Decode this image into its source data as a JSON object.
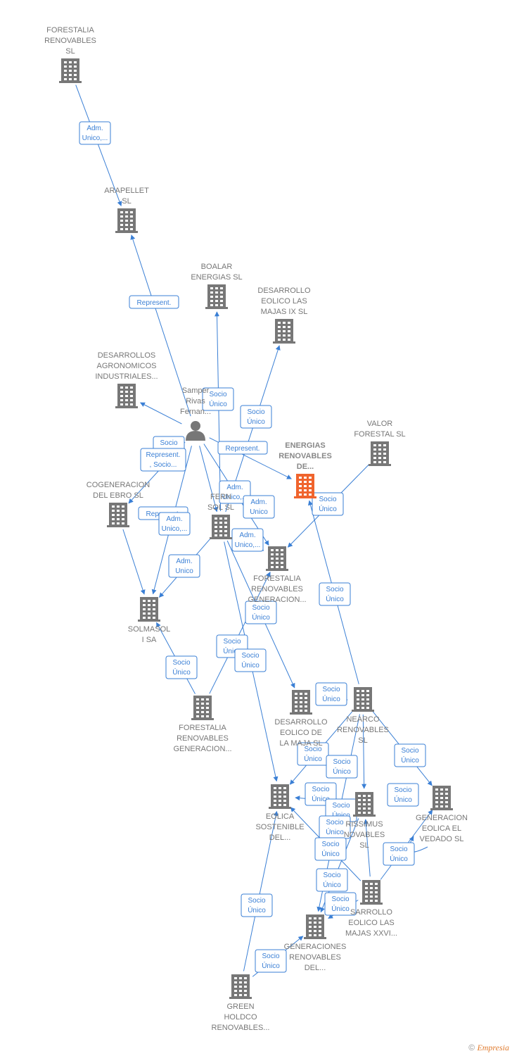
{
  "nodes": [
    {
      "id": "forestalia_renovables",
      "kind": "company",
      "label": [
        "FORESTALIA",
        "RENOVABLES",
        "SL"
      ]
    },
    {
      "id": "arapellet",
      "kind": "company",
      "label": [
        "ARAPELLET",
        "SL"
      ]
    },
    {
      "id": "boalar",
      "kind": "company",
      "label": [
        "BOALAR",
        "ENERGIAS  SL"
      ]
    },
    {
      "id": "majas_ix",
      "kind": "company",
      "label": [
        "DESARROLLO",
        "EOLICO LAS",
        "MAJAS IX  SL"
      ]
    },
    {
      "id": "agronomicos",
      "kind": "company",
      "label": [
        "DESARROLLOS",
        "AGRONOMICOS",
        "INDUSTRIALES..."
      ]
    },
    {
      "id": "samper",
      "kind": "person",
      "label": [
        "Samper",
        "Rivas",
        "Fernan..."
      ]
    },
    {
      "id": "energias_renovables",
      "kind": "focus",
      "label": [
        "ENERGIAS",
        "RENOVABLES",
        "DE..."
      ]
    },
    {
      "id": "valor_forestal",
      "kind": "company",
      "label": [
        "VALOR",
        "FORESTAL SL"
      ]
    },
    {
      "id": "cogeneracion",
      "kind": "company",
      "label": [
        "COGENERACION",
        "DEL EBRO  SL"
      ]
    },
    {
      "id": "fernsol",
      "kind": "company",
      "label": [
        "FERN",
        "SOL SL"
      ]
    },
    {
      "id": "forestalia_gen_1",
      "kind": "company",
      "label": [
        "FORESTALIA",
        "RENOVABLES",
        "GENERACION..."
      ]
    },
    {
      "id": "solmasol",
      "kind": "company",
      "label": [
        "SOLMASOL",
        "I SA"
      ]
    },
    {
      "id": "forestalia_gen_2",
      "kind": "company",
      "label": [
        "FORESTALIA",
        "RENOVABLES",
        "GENERACION..."
      ]
    },
    {
      "id": "majas_sl",
      "kind": "company",
      "label": [
        "DESARROLLO",
        "EOLICO DE",
        "LA MAJA SL"
      ]
    },
    {
      "id": "nearco",
      "kind": "company",
      "label": [
        "NEARCO",
        "RENOVABLES",
        "SL"
      ]
    },
    {
      "id": "eolica_sostenible",
      "kind": "company",
      "label": [
        "EOLICA",
        "SOSTENIBLE",
        "DEL..."
      ]
    },
    {
      "id": "rissimus",
      "kind": "company",
      "label": [
        "RISSIMUS",
        "NOVABLES",
        "SL"
      ]
    },
    {
      "id": "vedado",
      "kind": "company",
      "label": [
        "GENERACION",
        "EOLICA EL",
        "VEDADO SL"
      ]
    },
    {
      "id": "majas_xxvi",
      "kind": "company",
      "label": [
        "SARROLLO",
        "EOLICO LAS",
        "MAJAS XXVI..."
      ]
    },
    {
      "id": "generaciones",
      "kind": "company",
      "label": [
        "GENERACIONES",
        "RENOVABLES",
        "DEL..."
      ]
    },
    {
      "id": "green_holdco",
      "kind": "company",
      "label": [
        "GREEN",
        "HOLDCO",
        "RENOVABLES..."
      ]
    }
  ],
  "edges": [
    {
      "from": "forestalia_renovables",
      "to": "arapellet",
      "label": [
        "Adm.",
        "Unico,..."
      ]
    },
    {
      "from": "samper",
      "to": "arapellet",
      "label": [
        "Represent."
      ]
    },
    {
      "from": "fernsol",
      "to": "boalar",
      "label": [
        "Socio",
        "Único"
      ]
    },
    {
      "from": "fernsol",
      "to": "majas_ix",
      "label": [
        "Socio",
        "Único"
      ]
    },
    {
      "from": "samper",
      "to": "energias_renovables",
      "label": [
        "Represent."
      ]
    },
    {
      "from": "samper",
      "to": "agronomicos",
      "label": [
        "Socio",
        "Único"
      ]
    },
    {
      "from": "samper",
      "to": "cogeneracion",
      "label": [
        "Represent.",
        ", Socio..."
      ]
    },
    {
      "from": "samper",
      "to": "fernsol",
      "label": [
        "Adm.",
        "Unico,..."
      ]
    },
    {
      "from": "samper",
      "to": "forestalia_gen_1",
      "label": [
        "Adm.",
        "Unico"
      ]
    },
    {
      "from": "samper",
      "to": "solmasol",
      "label": [
        "Represent."
      ]
    },
    {
      "from": "fernsol",
      "to": "solmasol",
      "label": [
        "Adm.",
        "Unico,..."
      ]
    },
    {
      "from": "cogeneracion",
      "to": "solmasol",
      "label": [
        "Adm.",
        "Unico"
      ]
    },
    {
      "from": "valor_forestal",
      "to": "forestalia_gen_1",
      "label": [
        "Socio",
        "Único"
      ]
    },
    {
      "from": "fernsol",
      "to": "forestalia_gen_1",
      "label": [
        "Adm.",
        "Unico,..."
      ]
    },
    {
      "from": "nearco",
      "to": "energias_renovables",
      "label": [
        "Socio",
        "Único"
      ]
    },
    {
      "from": "fernsol",
      "to": "majas_sl",
      "label": [
        "Socio",
        "Único"
      ]
    },
    {
      "from": "forestalia_gen_2",
      "to": "solmasol",
      "label": [
        "Socio",
        "Único"
      ]
    },
    {
      "from": "forestalia_gen_2",
      "to": "forestalia_gen_1",
      "label": [
        "Socio",
        "Único"
      ]
    },
    {
      "from": "fernsol",
      "to": "eolica_sostenible",
      "label": [
        "Socio",
        "Único"
      ]
    },
    {
      "from": "majas_sl",
      "to": "nearco",
      "label": [
        "Socio",
        "Único"
      ]
    },
    {
      "from": "nearco",
      "to": "eolica_sostenible",
      "label": [
        "Socio",
        "Único"
      ]
    },
    {
      "from": "nearco",
      "to": "vedado",
      "label": [
        "Socio",
        "Único"
      ]
    },
    {
      "from": "rissimus",
      "to": "eolica_sostenible",
      "label": [
        "Socio",
        "Único"
      ]
    },
    {
      "from": "majas_xxvi",
      "to": "eolica_sostenible",
      "label": [
        "Socio",
        "Único"
      ]
    },
    {
      "from": "majas_xxvi",
      "to": "vedado",
      "label": [
        "Socio",
        "Único"
      ]
    },
    {
      "from": "nearco",
      "to": "generaciones",
      "label": [
        "Socio",
        "Único"
      ]
    },
    {
      "from": "majas_xxvi",
      "to": "generaciones",
      "label": [
        "Socio",
        "Único"
      ]
    },
    {
      "from": "rissimus",
      "to": "generaciones",
      "label": [
        "Socio",
        "Único"
      ]
    },
    {
      "from": "green_holdco",
      "to": "eolica_sostenible",
      "label": [
        "Socio",
        "Único"
      ]
    },
    {
      "from": "green_holdco",
      "to": "generaciones",
      "label": [
        "Socio",
        "Único"
      ]
    },
    {
      "from": "nearco",
      "to": "rissimus",
      "label": [
        "Socio",
        "Único"
      ]
    },
    {
      "from": "majas_xxvi",
      "to": "rissimus",
      "label": [
        "Socio",
        "Único"
      ]
    },
    {
      "from": "vedado",
      "to": "vedado",
      "label": [
        "Socio",
        "Único"
      ]
    }
  ],
  "colors": {
    "edge": "#3a7fd5",
    "icon": "#777777",
    "focus": "#f0642d",
    "brand": "#e07b2e"
  },
  "icons": {
    "company": "building-icon",
    "person": "person-icon",
    "copyright": "copyright-icon"
  },
  "footer": {
    "copyright": "©",
    "brand": "Empresia"
  }
}
